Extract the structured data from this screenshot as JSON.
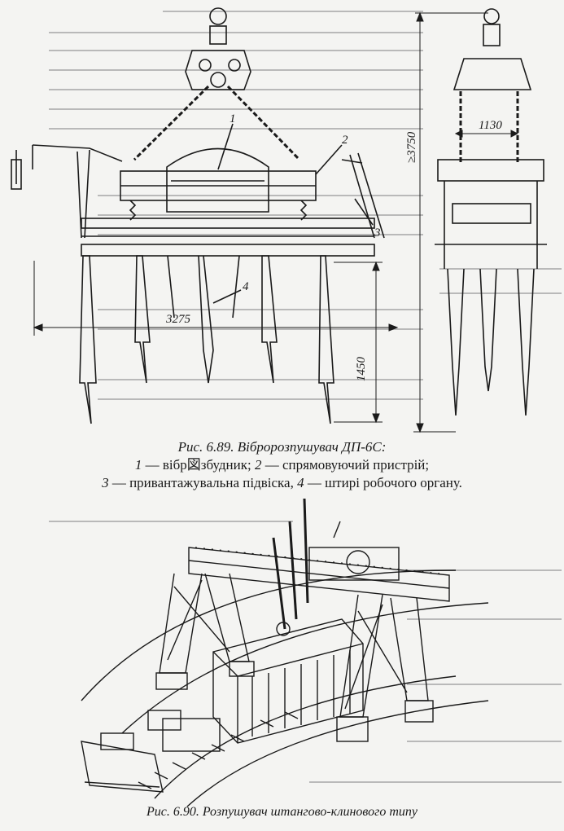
{
  "figure1": {
    "labels": {
      "l1": "1",
      "l2": "2",
      "l3": "3",
      "l4": "4"
    },
    "dims": {
      "width": "3275",
      "leg": "1450",
      "height": "≥3750",
      "gauge": "1130"
    },
    "caption_line1": "Рис. 6.89. Вібророзпушувач ДП-6С:",
    "caption_num1": "1",
    "caption_text1": " — вібр図збудник; ",
    "caption_num2": "2",
    "caption_text2": " — спрямовуючий пристрій;",
    "caption_num3": "3",
    "caption_text3": " — привантажувальна підвіска, ",
    "caption_num4": "4",
    "caption_text4": " — штирі робочого органу."
  },
  "figure2": {
    "caption": "Рис. 6.90. Розпушувач штангово-клинового типу"
  },
  "colors": {
    "ink": "#1a1a1a",
    "paper": "#f4f4f2",
    "bleed": "#b9b9b9"
  }
}
